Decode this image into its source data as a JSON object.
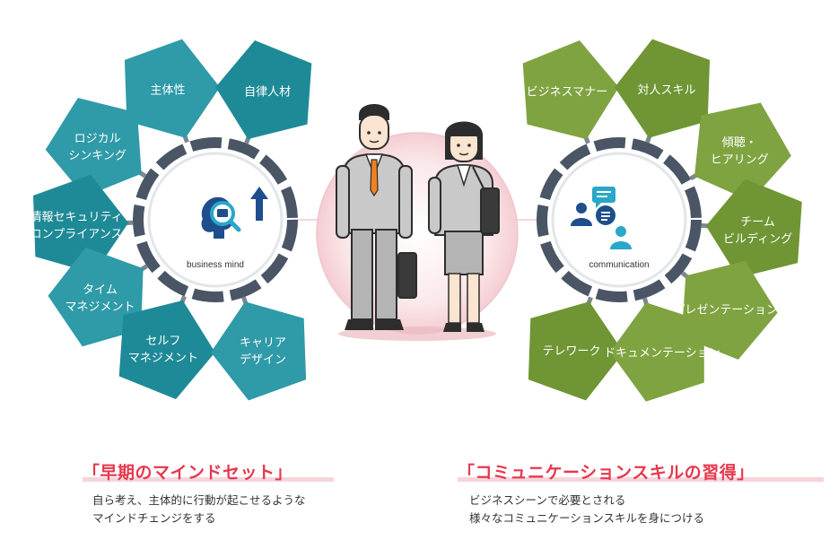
{
  "left_diagram": {
    "hub_label": "business mind",
    "skills": [
      {
        "lines": [
          "主体性"
        ]
      },
      {
        "lines": [
          "自律人材"
        ]
      },
      {
        "lines": [
          "ロジカル",
          "シンキング"
        ]
      },
      {
        "lines": [
          "情報セキュリティ",
          "コンプライアンス"
        ]
      },
      {
        "lines": [
          "タイム",
          "マネジメント"
        ]
      },
      {
        "lines": [
          "セルフ",
          "マネジメント"
        ]
      },
      {
        "lines": [
          "キャリア",
          "デザイン"
        ]
      }
    ],
    "color": "#2b96a3",
    "icon": "brain-search-growth-icon"
  },
  "right_diagram": {
    "hub_label": "communication",
    "skills": [
      {
        "lines": [
          "ビジネスマナー"
        ]
      },
      {
        "lines": [
          "対人スキル"
        ]
      },
      {
        "lines": [
          "傾聴・",
          "ヒアリング"
        ]
      },
      {
        "lines": [
          "チーム",
          "ビルディング"
        ]
      },
      {
        "lines": [
          "プレゼンテーション"
        ]
      },
      {
        "lines": [
          "テレワーク"
        ]
      },
      {
        "lines": [
          "ドキュメンテーション"
        ]
      }
    ],
    "color": "#7a9d3c",
    "icon": "people-chat-icon"
  },
  "center": {
    "illustration": "businessman-and-businesswoman-icon"
  },
  "left_caption": {
    "heading": "「早期のマインドセット」",
    "text_line1": "自ら考え、主体的に行動が起こせるような",
    "text_line2": "マインドチェンジをする"
  },
  "right_caption": {
    "heading": "「コミュニケーションスキルの習得」",
    "text_line1": "ビジネスシーンで必要とされる",
    "text_line2": "様々なコミュニケーションスキルを身につける"
  }
}
